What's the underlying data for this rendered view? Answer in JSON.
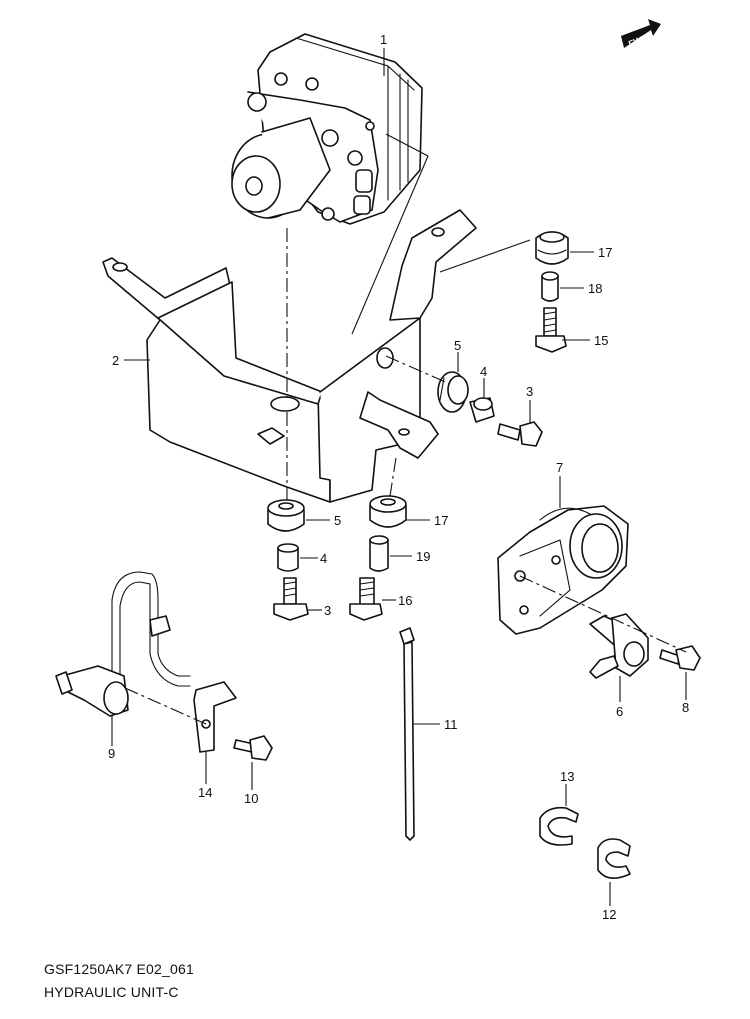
{
  "fwd_label": "FWD",
  "callouts": {
    "c1": "1",
    "c2": "2",
    "c3a": "3",
    "c3b": "3",
    "c4a": "4",
    "c4b": "4",
    "c5a": "5",
    "c5b": "5",
    "c6": "6",
    "c7": "7",
    "c8": "8",
    "c9": "9",
    "c10": "10",
    "c11": "11",
    "c12": "12",
    "c13": "13",
    "c14": "14",
    "c15": "15",
    "c16": "16",
    "c17a": "17",
    "c17b": "17",
    "c18": "18",
    "c19": "19"
  },
  "caption": {
    "model_code": "GSF1250AK7 E02_061",
    "title": "HYDRAULIC UNIT-C"
  }
}
